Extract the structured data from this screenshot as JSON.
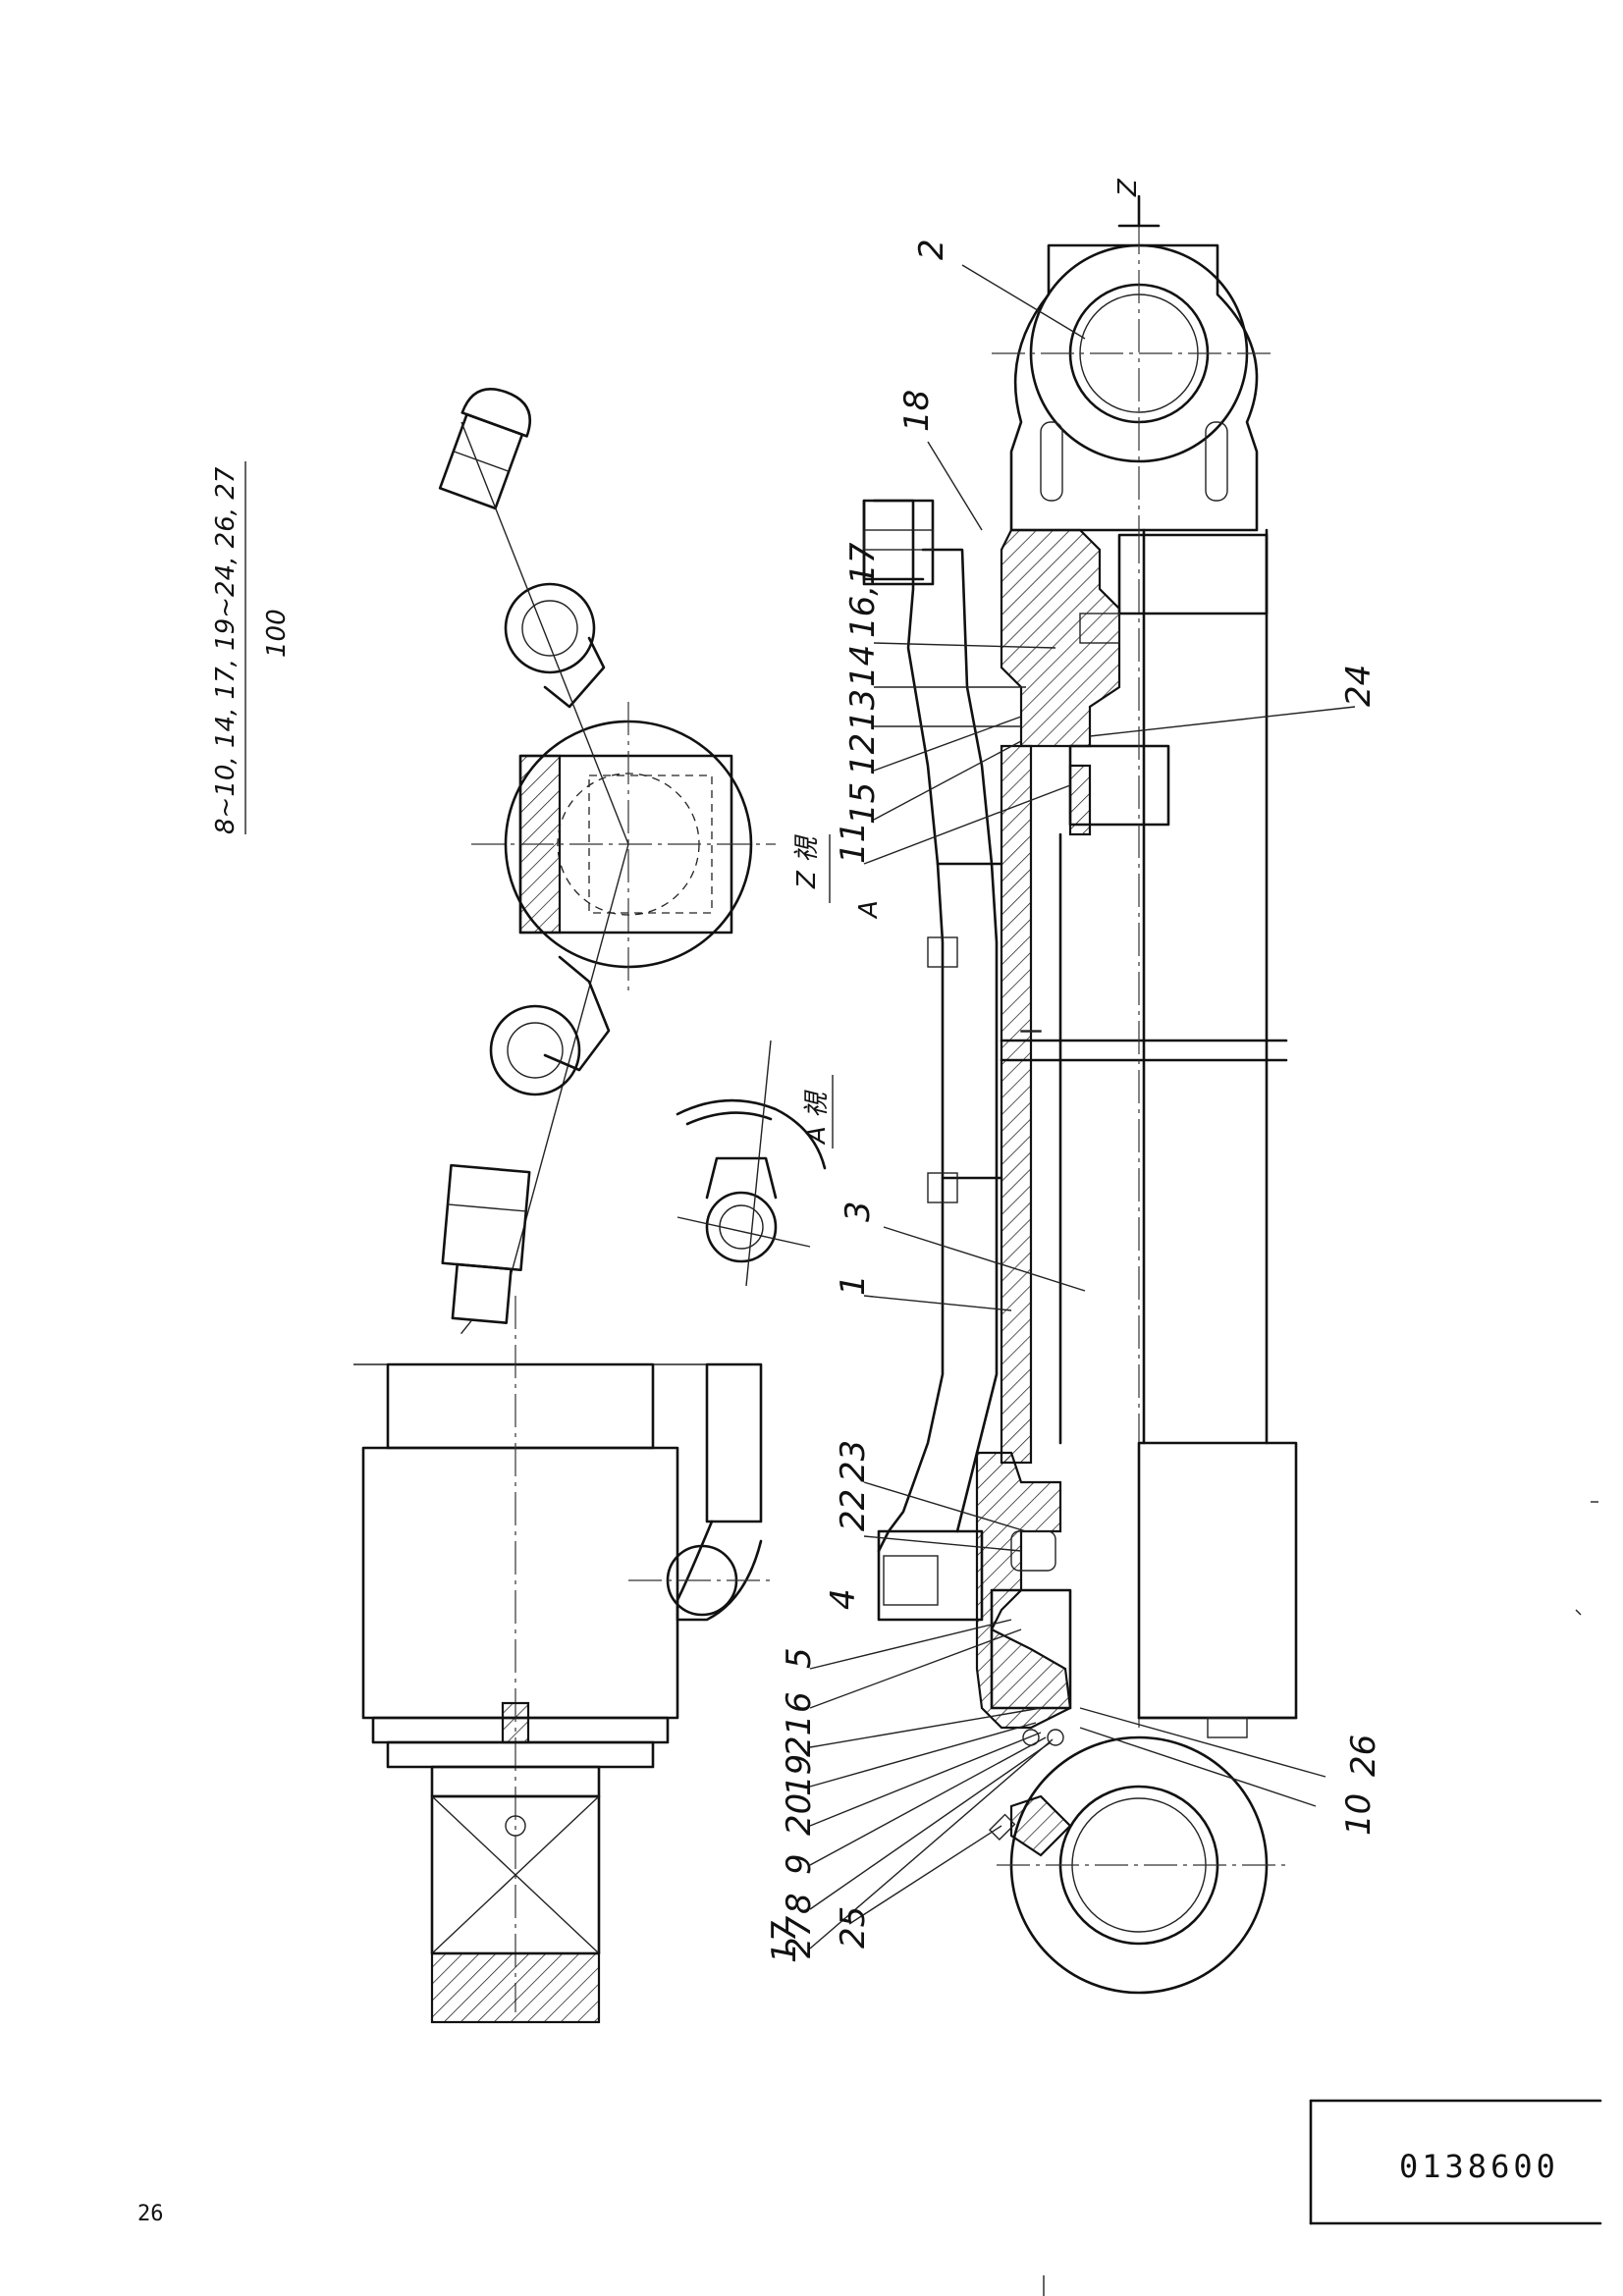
{
  "note": {
    "numerator": "8~10, 14, 17, 19~24, 26, 27",
    "denominator": "100"
  },
  "views": {
    "z": "Z 視",
    "a": "A 視",
    "a_marker": "A",
    "z_marker": "Z"
  },
  "part_labels": [
    "2",
    "18",
    "16,17",
    "14",
    "13",
    "12",
    "15",
    "11",
    "24",
    "3",
    "1",
    "23",
    "22",
    "4",
    "5",
    "6",
    "21",
    "19",
    "20",
    "9",
    "8",
    "27",
    "17",
    "25",
    "10",
    "26"
  ],
  "drawing_number": "0138600",
  "page_number": "26"
}
